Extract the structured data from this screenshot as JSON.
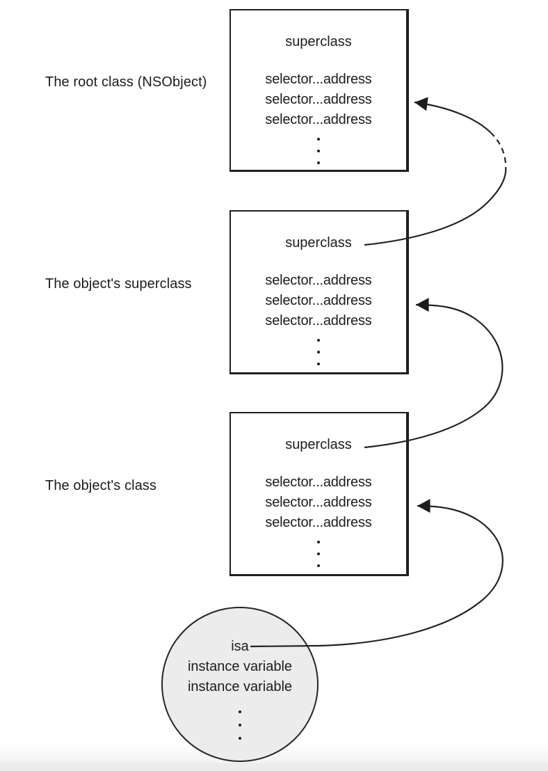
{
  "diagram": {
    "side_labels": [
      "The root class (NSObject)",
      "The object's superclass",
      "The object's class"
    ],
    "boxes": [
      {
        "title": "superclass",
        "rows": [
          "selector...address",
          "selector...address",
          "selector...address"
        ]
      },
      {
        "title": "superclass",
        "rows": [
          "selector...address",
          "selector...address",
          "selector...address"
        ]
      },
      {
        "title": "superclass",
        "rows": [
          "selector...address",
          "selector...address",
          "selector...address"
        ]
      }
    ],
    "instance_circle": {
      "isa": "isa",
      "rows": [
        "instance variable",
        "instance variable"
      ]
    },
    "colors": {
      "ink": "#1c1c1c",
      "box_border": "#1f1f1f",
      "circle_fill": "#ececec",
      "footer_band": "#ececec"
    }
  }
}
